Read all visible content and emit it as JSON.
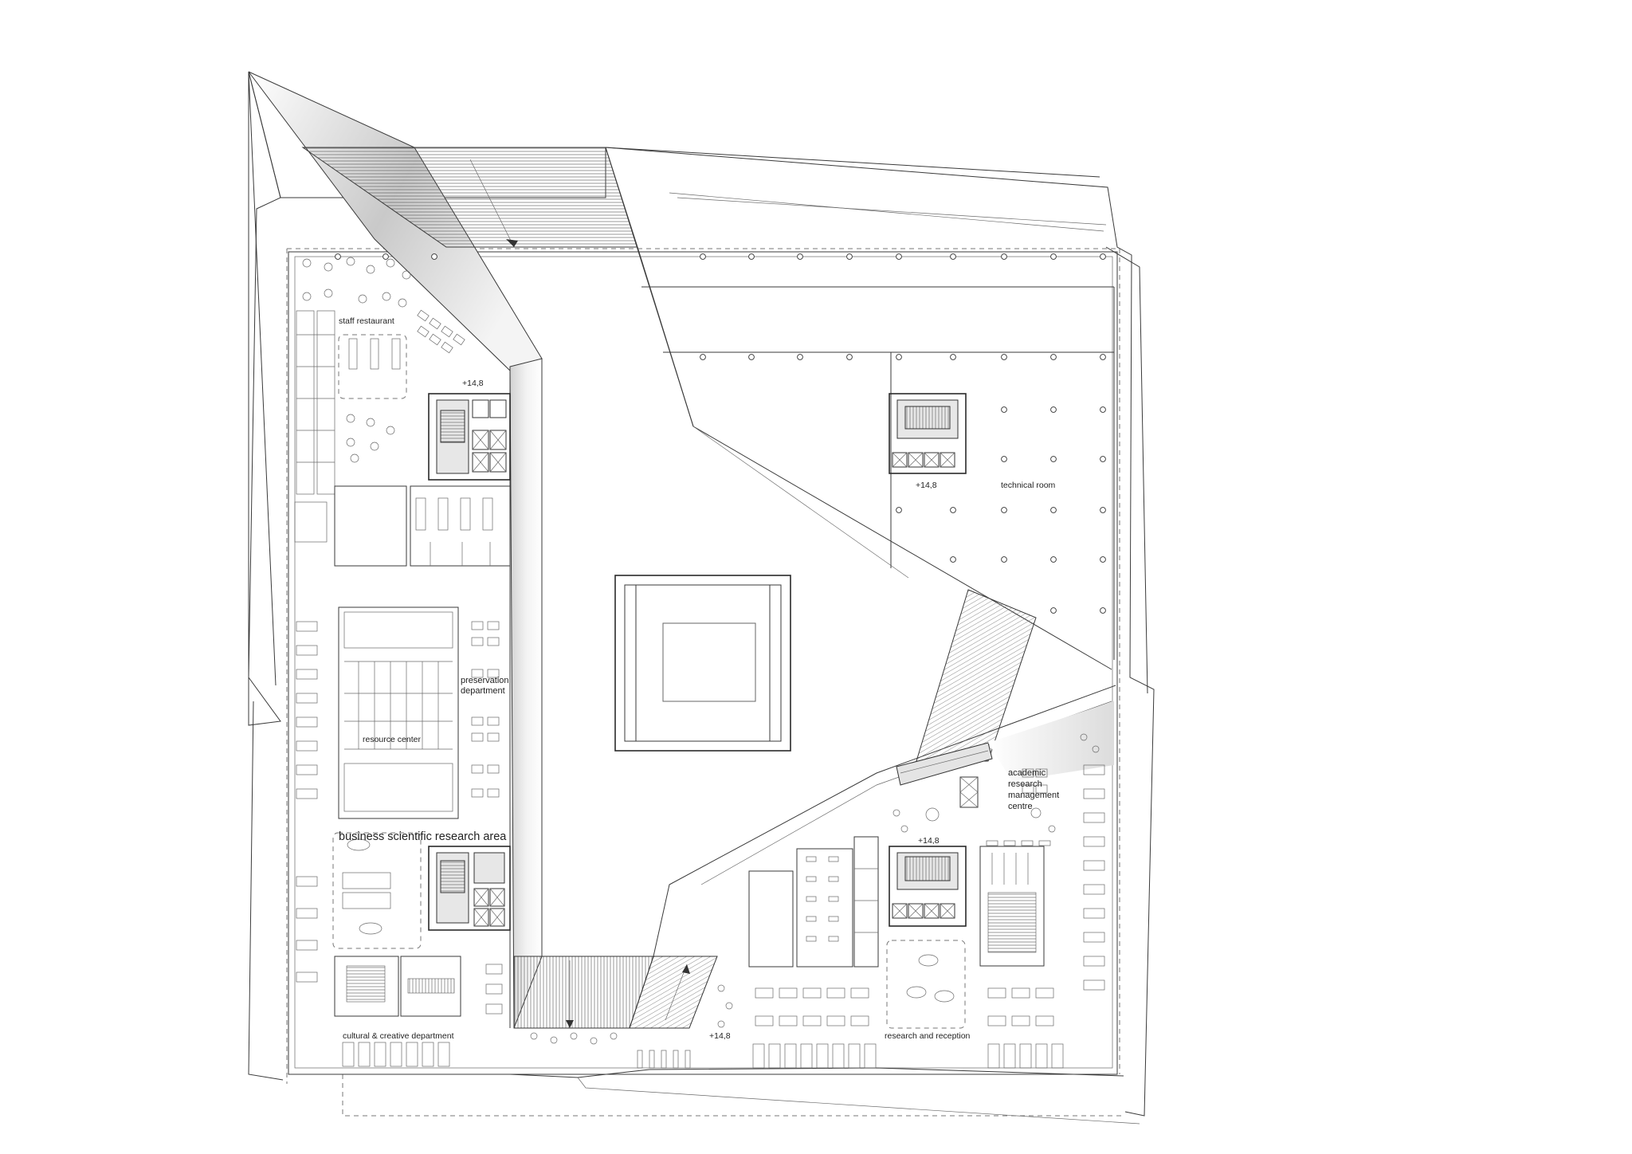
{
  "labels": {
    "staff_restaurant": "staff restaurant",
    "level_nw_core": "+14,8",
    "level_ne_core": "+14,8",
    "technical_room": "technical room",
    "preservation_line1": "preservation",
    "preservation_line2": "department",
    "resource_center": "resource center",
    "business_research": "business scientific research area",
    "academic_line1": "academic",
    "academic_line2": "research",
    "academic_line3": "management",
    "academic_line4": "centre",
    "level_se_core": "+14,8",
    "cultural_creative": "cultural & creative department",
    "level_south": "+14,8",
    "research_reception": "research and reception"
  },
  "colors": {
    "line": "#3a3a3a",
    "gradient_dark": "#bdbdbd",
    "gradient_light": "#ffffff",
    "core_fill": "#e7e7e7"
  }
}
